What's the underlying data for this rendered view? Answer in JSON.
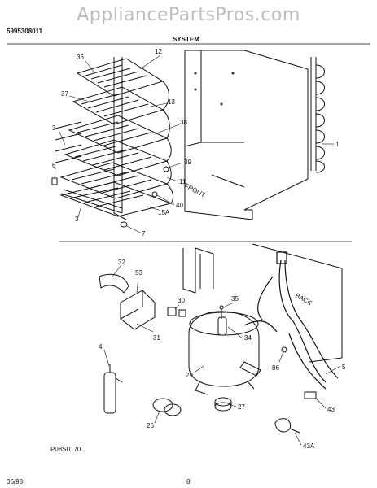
{
  "watermark": "AppliancePartsPros.com",
  "header": {
    "part_no": "5995308011",
    "section": "SYSTEM"
  },
  "footer": {
    "figure_id": "P08S0170",
    "date": "06/98",
    "page": "8"
  },
  "callouts_top": [
    "36",
    "12",
    "37",
    "13",
    "3",
    "38",
    "1",
    "6",
    "39",
    "11",
    "40",
    "3",
    "15A",
    "7"
  ],
  "labels_top": {
    "front": "FRONT"
  },
  "callouts_bottom": [
    "32",
    "53",
    "30",
    "35",
    "31",
    "34",
    "4",
    "29",
    "86",
    "5",
    "27",
    "43",
    "26",
    "43A"
  ],
  "labels_bottom": {
    "back": "BACK"
  }
}
